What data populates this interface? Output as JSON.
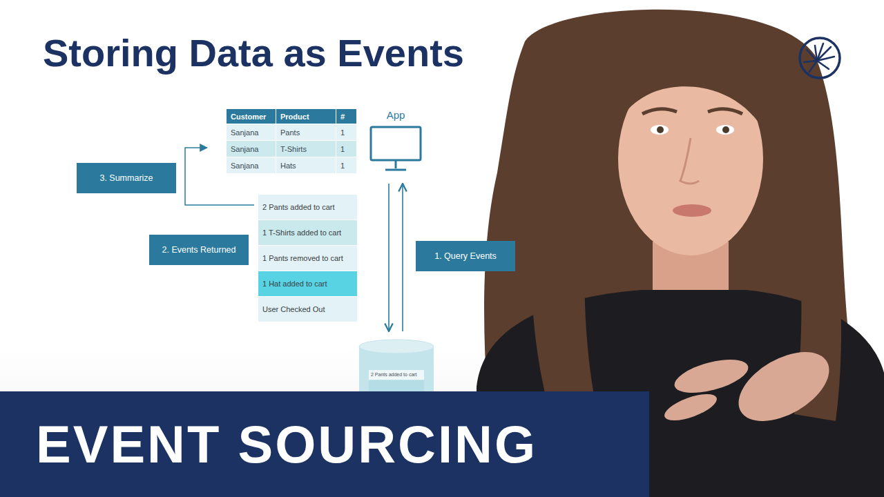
{
  "diagram": {
    "title": "Storing Data as Events",
    "nodes": [
      {
        "text": [
          "App"
        ]
      },
      {
        "text": [
          "3. Summarize"
        ]
      },
      {
        "text": [
          "2 Pants added to cart"
        ]
      },
      {
        "text": [
          "1 T-Shirts added to cart"
        ]
      },
      {
        "text": [
          "2. Events Returned"
        ]
      },
      {
        "text": [
          "1. Query Events"
        ]
      },
      {
        "text": [
          "1 Pants removed to cart"
        ]
      },
      {
        "text": [
          "1 Hat added to cart"
        ]
      },
      {
        "text": [
          "User Checked Out"
        ]
      },
      {
        "text": [
          "2 Pants added to cart"
        ]
      },
      {
        "text": [
          "EVENT SOURCING"
        ]
      }
    ],
    "edges": [
      {
        "from": 0,
        "to": 9,
        "arrow": "to"
      },
      {
        "from": 9,
        "to": 0,
        "arrow": "to"
      }
    ],
    "labels": [
      "Customer",
      "Product",
      "#",
      "Sanjana",
      "Pants",
      "1",
      "Sanjana",
      "T-Shirts",
      "1",
      "Sanjana",
      "Hats",
      "1"
    ]
  }
}
